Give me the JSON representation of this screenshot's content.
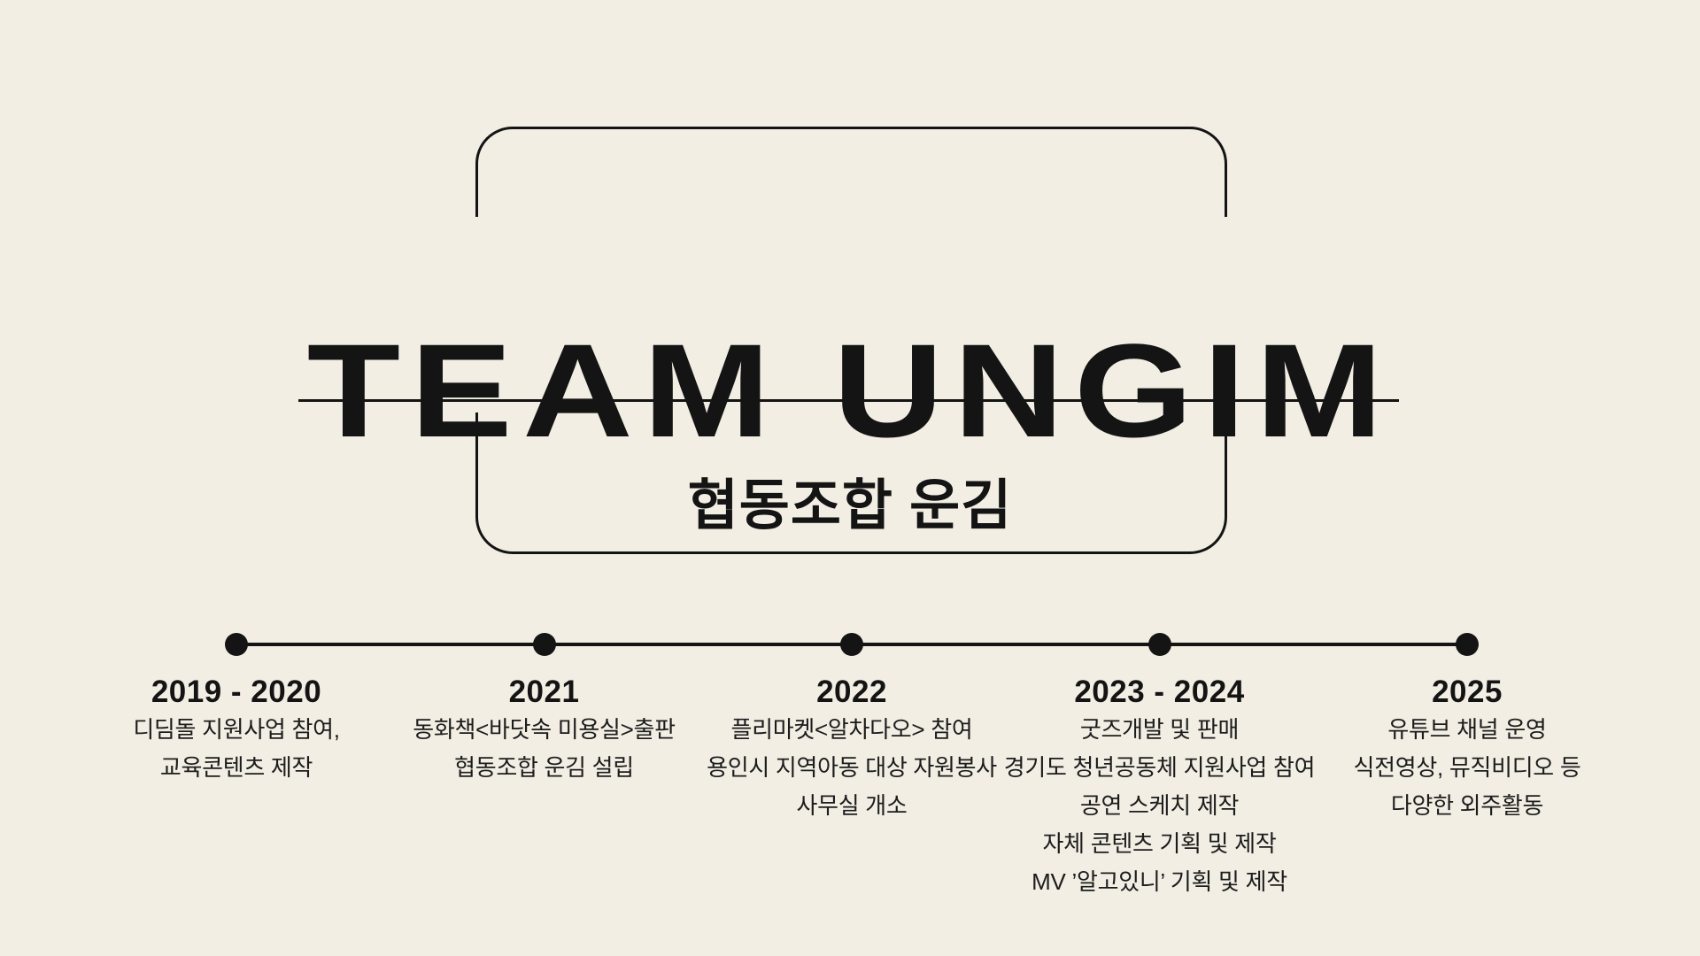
{
  "colors": {
    "background": "#f2eee4",
    "ink": "#141414",
    "body_text": "#1c1c1c"
  },
  "hero": {
    "title": "TEAM UNGIM",
    "subtitle": "협동조합 운김"
  },
  "timeline": {
    "events": [
      {
        "year": "2019 - 2020",
        "items": [
          "디딤돌 지원사업 참여,",
          "교육콘텐츠 제작"
        ]
      },
      {
        "year": "2021",
        "items": [
          "동화책<바닷속 미용실>출판",
          "협동조합 운김 설립"
        ]
      },
      {
        "year": "2022",
        "items": [
          "플리마켓<알차다오> 참여",
          "용인시 지역아동 대상 자원봉사",
          "사무실 개소"
        ]
      },
      {
        "year": "2023 - 2024",
        "items": [
          "굿즈개발 및 판매",
          "경기도 청년공동체 지원사업 참여",
          "공연 스케치 제작",
          "자체 콘텐츠 기획 및 제작",
          "MV ’알고있니’ 기획 및 제작"
        ]
      },
      {
        "year": "2025",
        "items": [
          "유튜브 채널 운영",
          "식전영상, 뮤직비디오 등",
          "다양한 외주활동"
        ]
      }
    ]
  }
}
